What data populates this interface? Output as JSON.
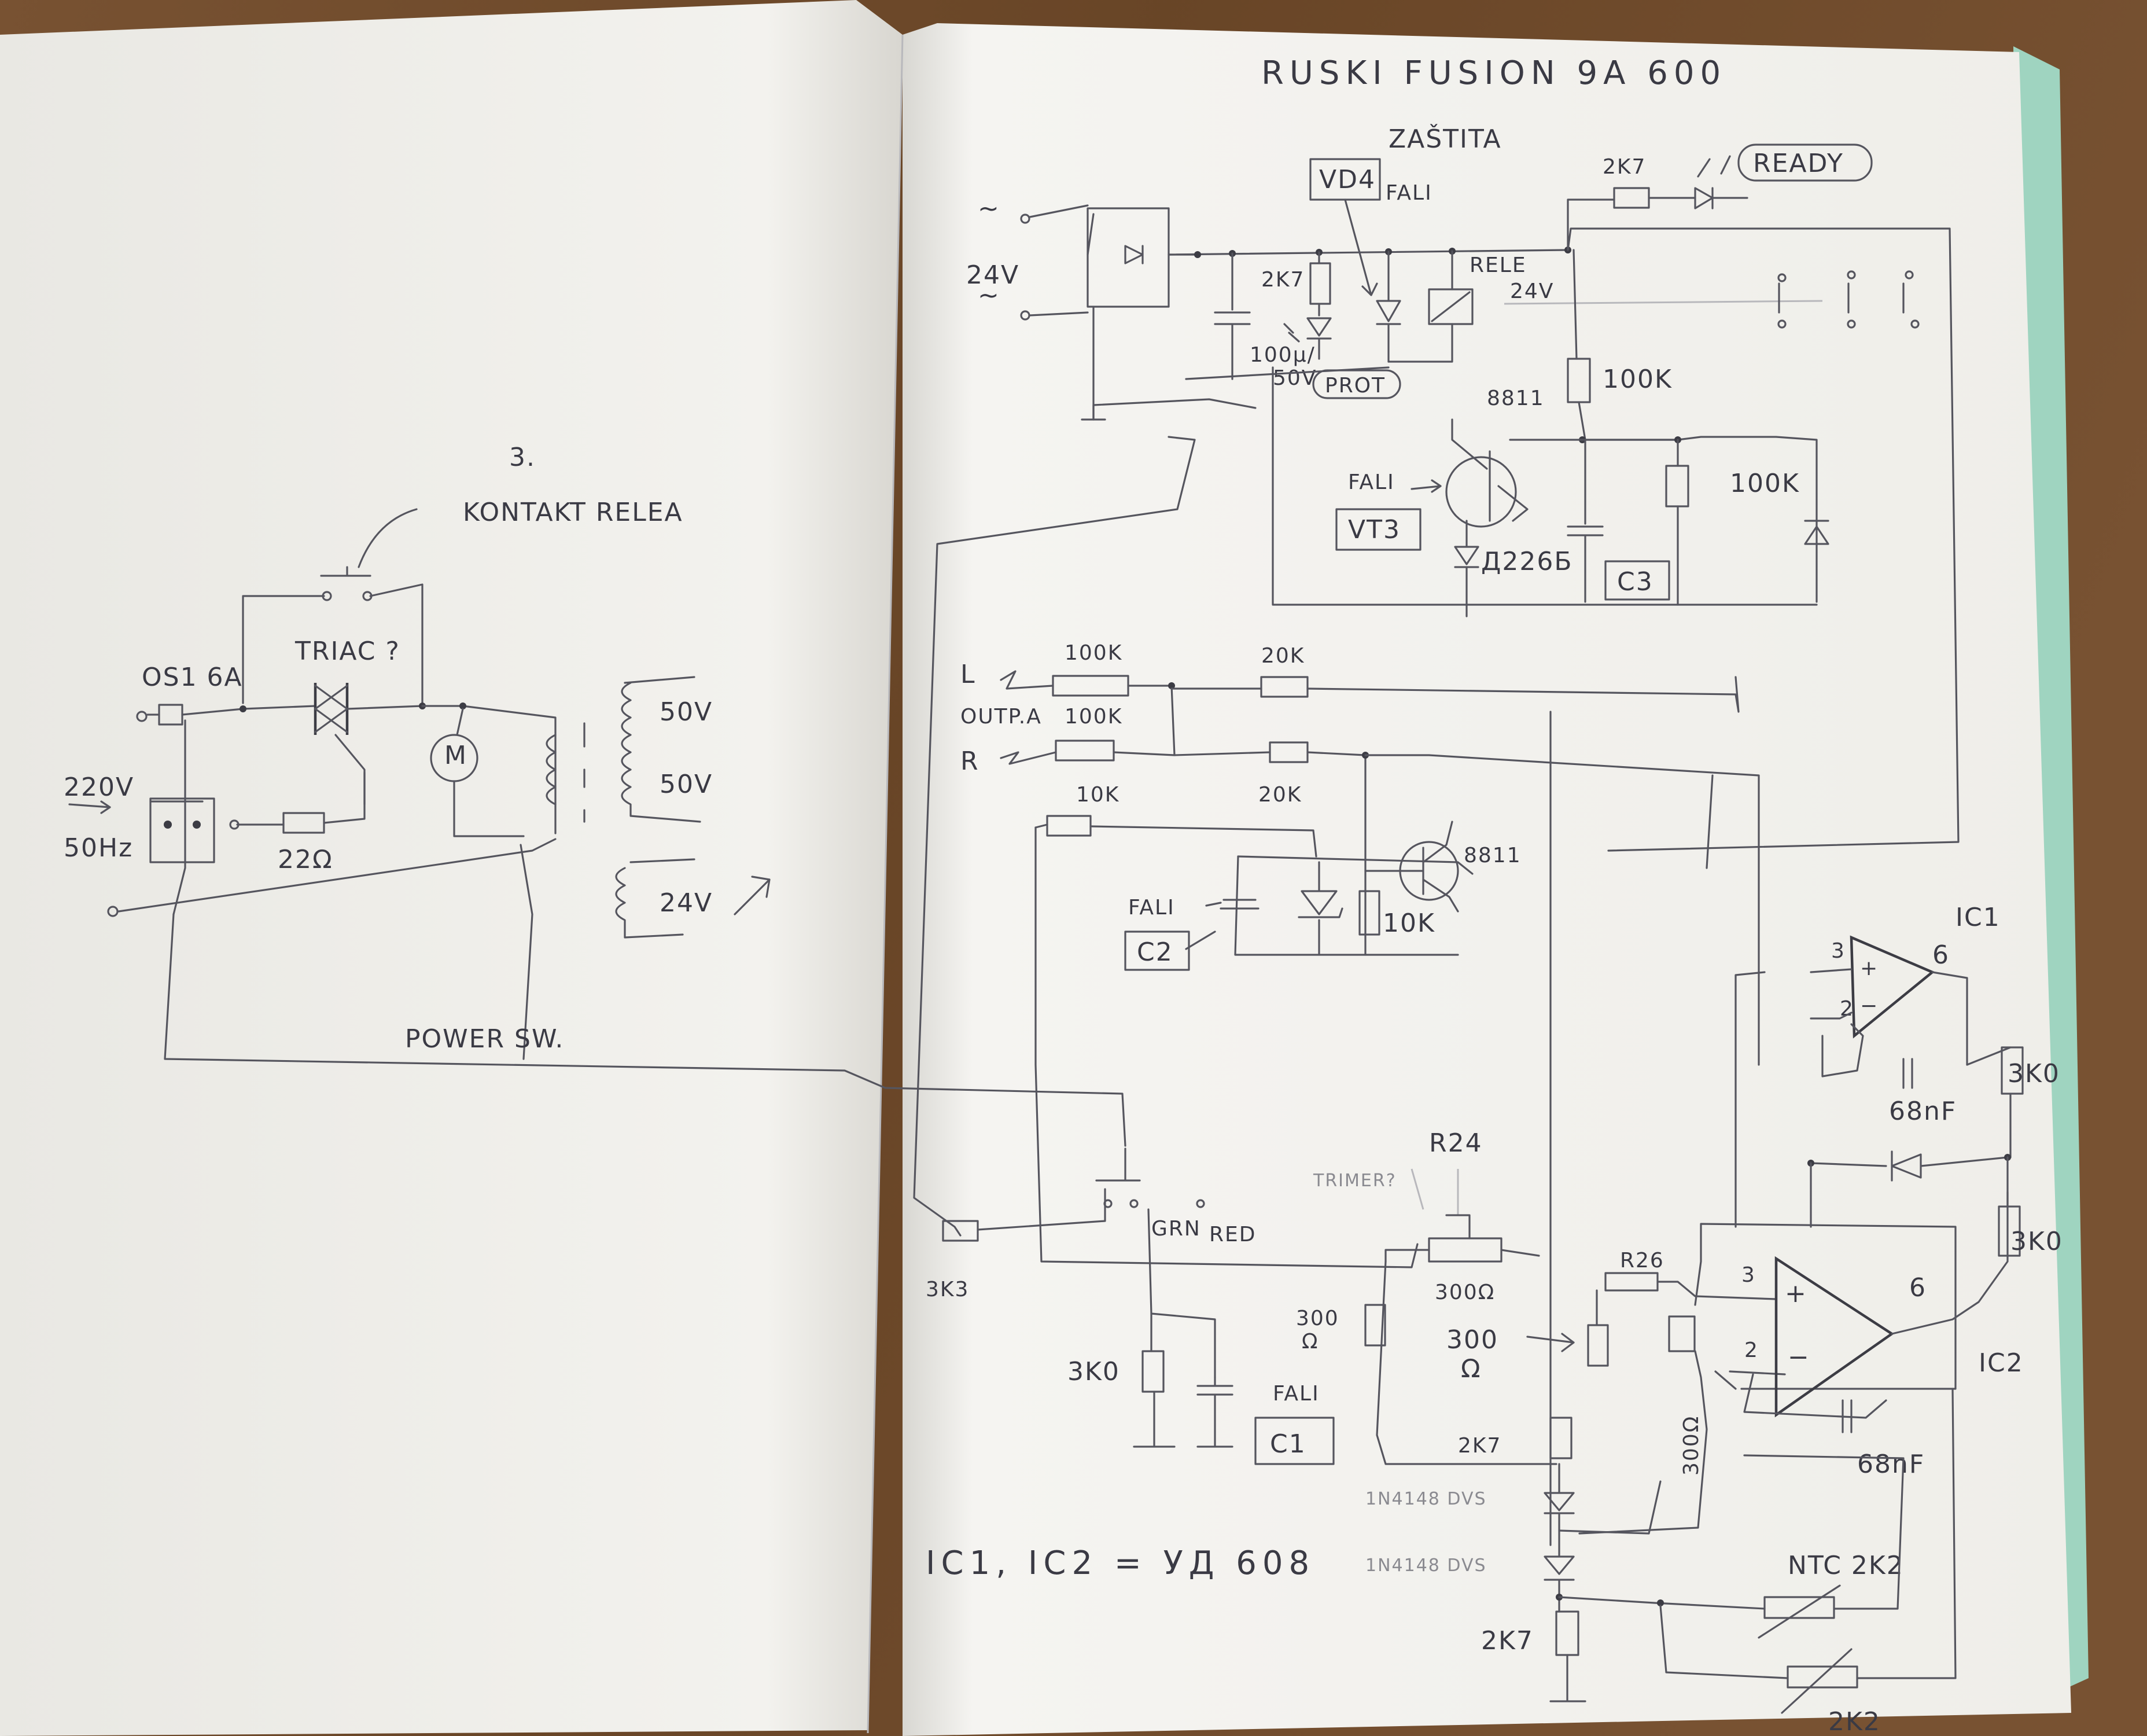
{
  "title": "RUSKI FUSION 9A 600",
  "left_page": {
    "contact_label": "3.\nKONTAKT RELEA",
    "fuse_label": "OS1 6A",
    "triac_label": "TRIAC ?",
    "mains_label": "220V",
    "freq_label": "50Hz",
    "resistor_22": "22Ω",
    "transformer": [
      "50V",
      "50V",
      "24V"
    ],
    "power_sw": "POWER SW."
  },
  "right_page": {
    "protection_title": "ZAŠTITA",
    "ac_label": "24V",
    "vd4_box": "VD4",
    "fali": "FALI",
    "r_2k7_top": "2K7",
    "ready_label": "READY",
    "r_2k7_led": "2K7",
    "cap_100u": "100μ/\n50V",
    "prot_label": "PROT",
    "relay_label": "RELE\n24V",
    "r_100k_a": "100K",
    "r_100k_b": "100K",
    "transistor": "8811",
    "vt3_box": "VT3",
    "diode_d226": "Д226Б",
    "c3_box": "C3",
    "input_l": "L",
    "input_r": "R",
    "outp_label": "OUTP.A",
    "r_100k_l": "100K",
    "r_100k_r": "100K",
    "r_20k_l": "20K",
    "r_20k_r": "20K",
    "r_10k_a": "10K",
    "r_10k_b": "10K",
    "transistor_2": "8811",
    "c2_box": "C2",
    "ic1_label": "IC1",
    "ic2_label": "IC2",
    "pin_3": "3",
    "pin_2": "2",
    "pin_6": "6",
    "cap_68nf_1": "68nF",
    "cap_68nf_2": "68nF",
    "r_3k0_a": "3K0",
    "r_3k0_b": "3K0",
    "r_3k0_c": "3K0",
    "r_3k3": "3K3",
    "led_grn": "GRN",
    "led_red": "RED",
    "c1_box": "C1",
    "trimmer": "TRIMER?",
    "r24": "R24",
    "r26": "R26",
    "r_300_a": "300Ω",
    "r_300_b": "300\nΩ",
    "r_300_c": "300\nΩ",
    "r_300_d": "300Ω",
    "r_2k7_mid": "2K7",
    "diode_1n4148_a": "1N4148 DVS",
    "diode_1n4148_b": "1N4148 DVS",
    "r_2k7_bot": "2K7",
    "ntc": "NTC 2K2",
    "trim_2k2": "2K2",
    "ic_note": "IC1, IC2 = УД 608"
  },
  "colors": {
    "background": "#6e4a2a",
    "paper": "#f4f3ef",
    "pencil": "#3c3c44",
    "cover_edge": "#9fd4c0"
  }
}
